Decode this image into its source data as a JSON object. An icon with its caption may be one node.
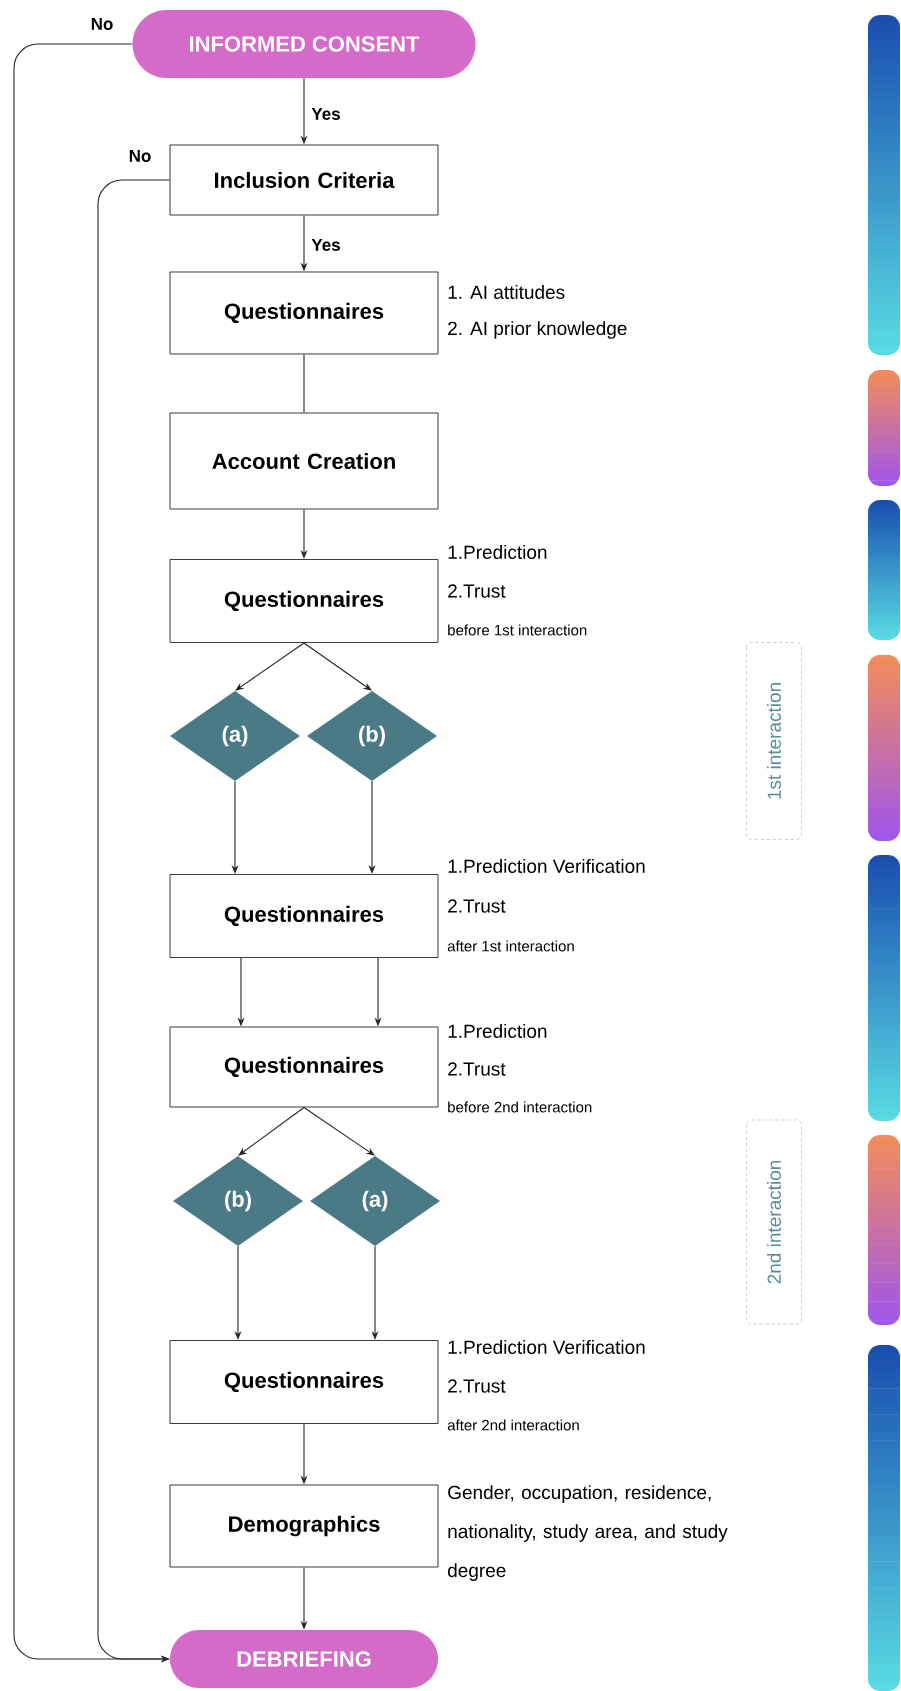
{
  "diagram": {
    "nodes": [
      {
        "text": [
          "INFORMED CONSENT"
        ]
      },
      {
        "text": [
          "Inclusion Criteria"
        ]
      },
      {
        "text": [
          "Questionnaires"
        ],
        "beside": [
          "1. AI attitudes",
          "2. AI prior knowledge"
        ]
      },
      {
        "text": [
          "Account Creation"
        ]
      },
      {
        "text": [
          "Questionnaires"
        ],
        "beside": [
          "1.Prediction",
          "2.Trust",
          "before 1st interaction"
        ]
      },
      {
        "text": [
          "(a)"
        ]
      },
      {
        "text": [
          "(b)"
        ]
      },
      {
        "text": [
          "Questionnaires"
        ],
        "beside": [
          "1.Prediction Verification",
          "2.Trust",
          "after 1st interaction"
        ]
      },
      {
        "text": [
          "Questionnaires"
        ],
        "beside": [
          "1.Prediction",
          "2.Trust",
          "before 2nd interaction"
        ]
      },
      {
        "text": [
          "(b)"
        ]
      },
      {
        "text": [
          "(a)"
        ]
      },
      {
        "text": [
          "Questionnaires"
        ],
        "beside": [
          "1.Prediction Verification",
          "2.Trust",
          "after 2nd interaction"
        ]
      },
      {
        "text": [
          "Demographics"
        ],
        "beside": [
          "Gender, occupation, residence, nationality, study area, and study degree"
        ]
      },
      {
        "text": [
          "DEBRIEFING"
        ]
      },
      {
        "text": [
          "1st interaction"
        ]
      },
      {
        "text": [
          "2nd interaction"
        ]
      },
      {
        "text": [],
        "shape": "bar"
      },
      {
        "text": [],
        "shape": "bar"
      },
      {
        "text": [],
        "shape": "bar"
      },
      {
        "text": [],
        "shape": "bar"
      },
      {
        "text": [],
        "shape": "bar"
      },
      {
        "text": [],
        "shape": "bar"
      },
      {
        "text": [],
        "shape": "bar"
      }
    ],
    "edges": [
      {
        "from": 0,
        "to": 1,
        "arrow": "to",
        "label": "Yes"
      },
      {
        "from": 0,
        "to": 13,
        "arrow": "to",
        "label": "No"
      },
      {
        "from": 1,
        "to": 2,
        "arrow": "to",
        "label": "Yes"
      },
      {
        "from": 1,
        "to": 13,
        "arrow": "to",
        "label": "No"
      },
      {
        "from": 2,
        "to": 3,
        "arrow": "none"
      },
      {
        "from": 3,
        "to": 4,
        "arrow": "to"
      },
      {
        "from": 4,
        "to": 5,
        "arrow": "to"
      },
      {
        "from": 4,
        "to": 6,
        "arrow": "to"
      },
      {
        "from": 5,
        "to": 7,
        "arrow": "to"
      },
      {
        "from": 6,
        "to": 7,
        "arrow": "to"
      },
      {
        "from": 7,
        "to": 8,
        "arrow": "to"
      },
      {
        "from": 7,
        "to": 8,
        "arrow": "to"
      },
      {
        "from": 8,
        "to": 9,
        "arrow": "to"
      },
      {
        "from": 8,
        "to": 10,
        "arrow": "to"
      },
      {
        "from": 9,
        "to": 11,
        "arrow": "to"
      },
      {
        "from": 10,
        "to": 11,
        "arrow": "to"
      },
      {
        "from": 11,
        "to": 12,
        "arrow": "to"
      },
      {
        "from": 12,
        "to": 13,
        "arrow": "to"
      }
    ]
  }
}
